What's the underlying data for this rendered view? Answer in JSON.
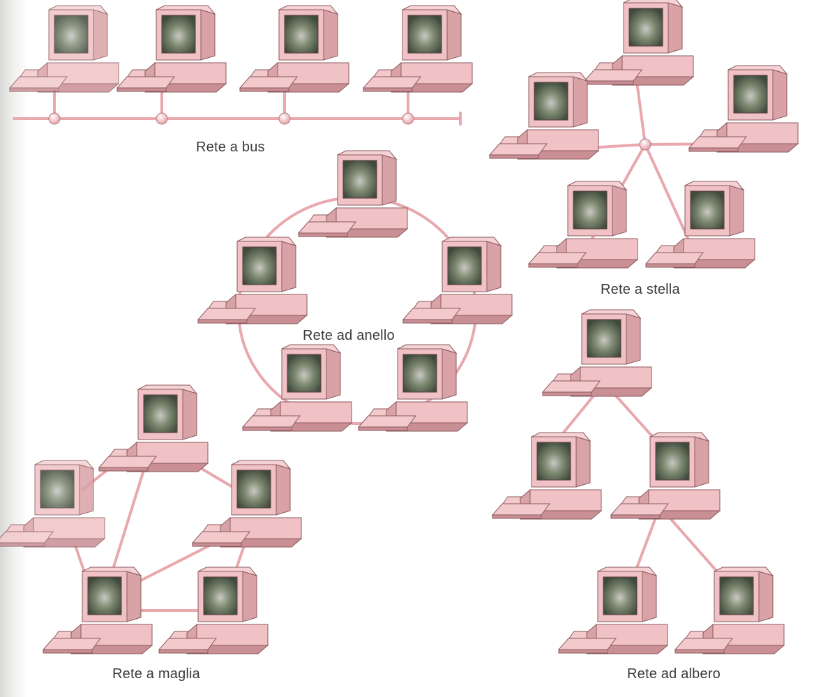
{
  "labels": {
    "bus": "Rete a bus",
    "star": "Rete a stella",
    "ring": "Rete ad anello",
    "tree": "Rete ad albero",
    "mesh": "Rete a maglia"
  },
  "colors": {
    "cable": "#e8a8ad",
    "pc_case": "#f0c2c5",
    "pc_shadow": "#c98f94",
    "screen": "#6f7a66",
    "text": "#3a3a3a"
  },
  "icons": {
    "computer": "computer-icon",
    "connector": "connector-node-icon"
  }
}
